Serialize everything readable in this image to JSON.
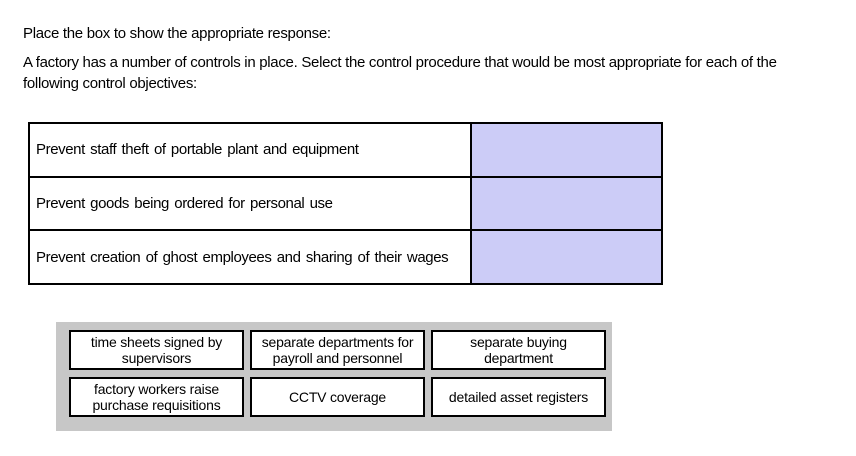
{
  "header": {
    "instruction": "Place the box to show the appropriate response:",
    "description": "A factory has a number of controls in place. Select the control procedure that would be most appropriate for each of the following control objectives:"
  },
  "objectives": [
    {
      "text": "Prevent staff theft of portable plant and equipment"
    },
    {
      "text": "Prevent goods being ordered for personal use"
    },
    {
      "text": "Prevent creation of ghost employees and sharing of their wages"
    }
  ],
  "options": [
    "time sheets signed by supervisors",
    "separate departments for payroll and personnel",
    "separate buying department",
    "factory workers raise purchase requisitions",
    "CCTV coverage",
    "detailed asset registers"
  ],
  "colors": {
    "answer_cell_bg": "#ccccf7",
    "tray_bg": "#c7c7c7",
    "box_border": "#000000",
    "text": "#000000"
  }
}
